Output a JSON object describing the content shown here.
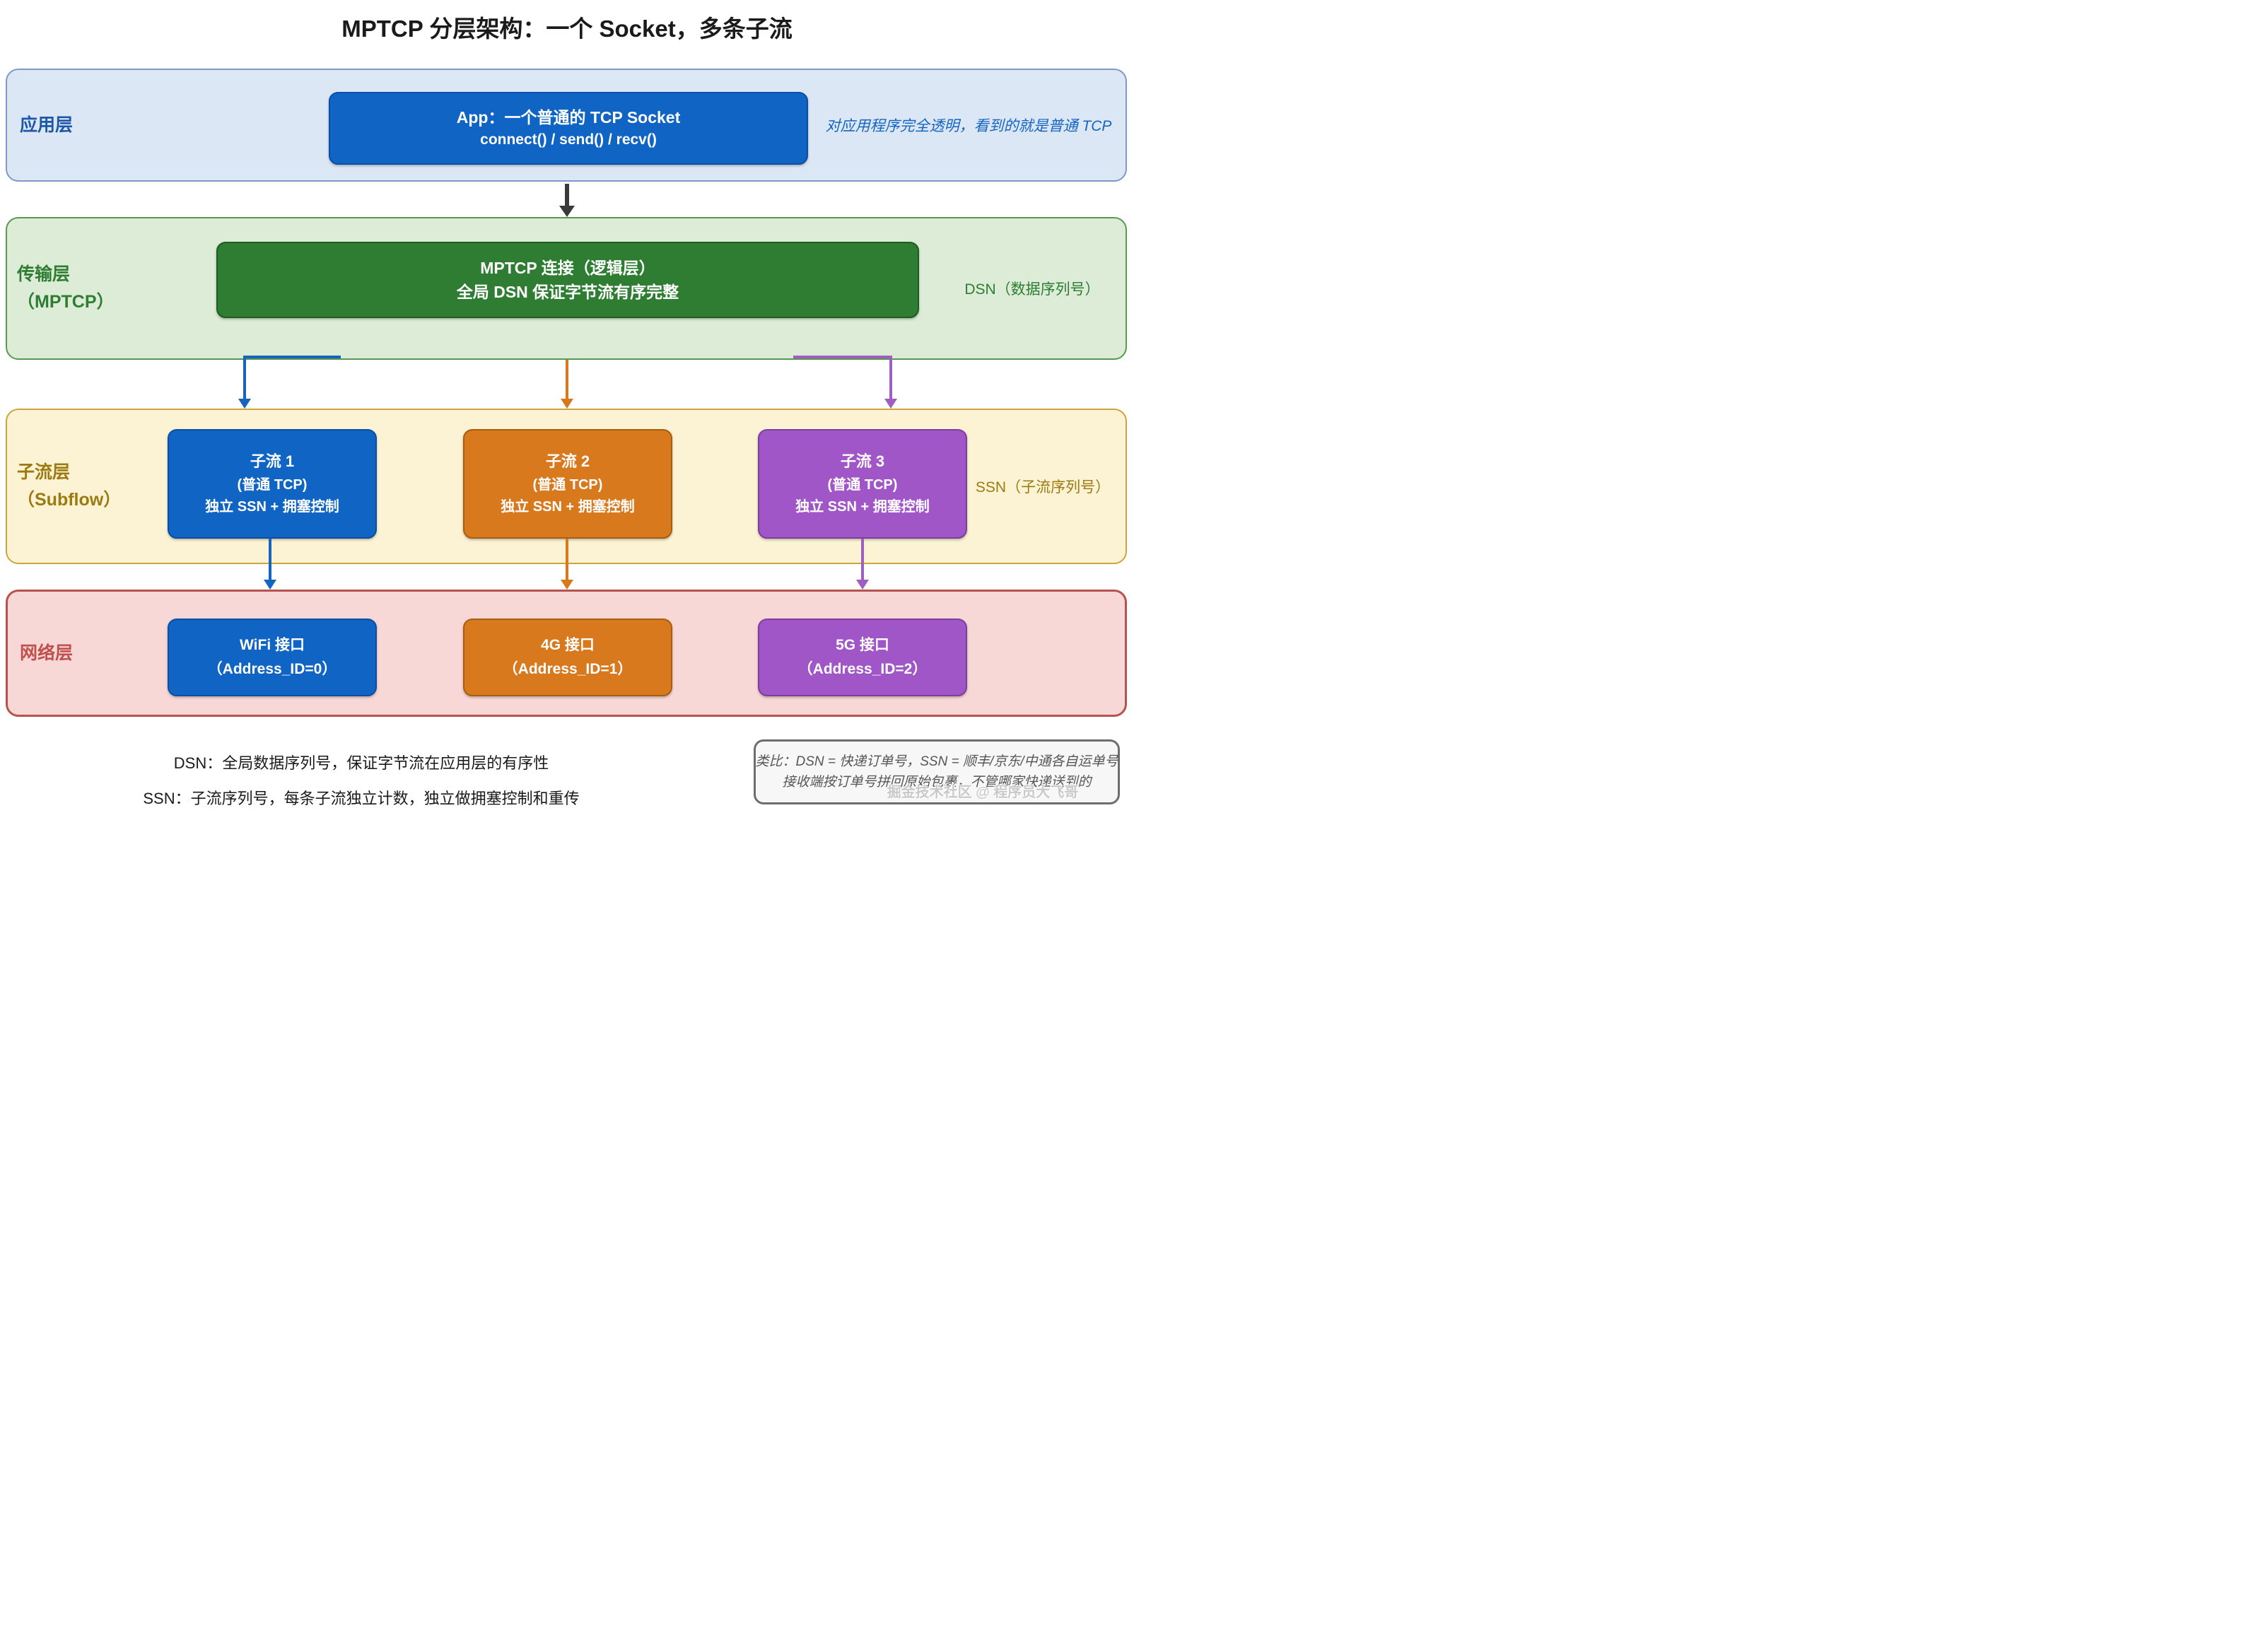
{
  "title": "MPTCP 分层架构：一个 Socket，多条子流",
  "layers": {
    "app": {
      "label": "应用层",
      "box": {
        "line1": "App：一个普通的 TCP Socket",
        "line2": "connect() / send() / recv()"
      },
      "note": "对应用程序完全透明，看到的就是普通 TCP"
    },
    "transport": {
      "label_line1": "传输层",
      "label_line2": "（MPTCP）",
      "box": {
        "line1": "MPTCP 连接（逻辑层）",
        "line2": "全局 DSN 保证字节流有序完整"
      },
      "note": "DSN（数据序列号）"
    },
    "subflow": {
      "label_line1": "子流层",
      "label_line2": "（Subflow）",
      "note": "SSN（子流序列号）",
      "boxes": [
        {
          "line1": "子流 1",
          "line2": "(普通 TCP)",
          "line3": "独立 SSN + 拥塞控制"
        },
        {
          "line1": "子流 2",
          "line2": "(普通 TCP)",
          "line3": "独立 SSN + 拥塞控制"
        },
        {
          "line1": "子流 3",
          "line2": "(普通 TCP)",
          "line3": "独立 SSN + 拥塞控制"
        }
      ]
    },
    "network": {
      "label": "网络层",
      "boxes": [
        {
          "line1": "WiFi 接口",
          "line2": "（Address_ID=0）"
        },
        {
          "line1": "4G 接口",
          "line2": "（Address_ID=1）"
        },
        {
          "line1": "5G 接口",
          "line2": "（Address_ID=2）"
        }
      ]
    }
  },
  "footnotes": {
    "dsn": "DSN：全局数据序列号，保证字节流在应用层的有序性",
    "ssn": "SSN：子流序列号，每条子流独立计数，独立做拥塞控制和重传"
  },
  "analogy": {
    "line1": "类比：DSN = 快递订单号，SSN = 顺丰/京东/中通各自运单号",
    "line2": "接收端按订单号拼回原始包裹，不管哪家快递送到的"
  },
  "watermark": "掘金技术社区 @ 程序员大飞哥",
  "colors": {
    "subflow1_accent": "#1064c4",
    "subflow2_accent": "#d9791e",
    "subflow3_accent": "#a156c8",
    "transport_accent": "#2e7d32",
    "app_band": "#dce7f6",
    "transport_band": "#dcecd7",
    "subflow_band": "#fcf3d4",
    "network_band": "#f8d8d6",
    "network_label": "#c0504d",
    "subflow_label": "#9c7a10"
  }
}
